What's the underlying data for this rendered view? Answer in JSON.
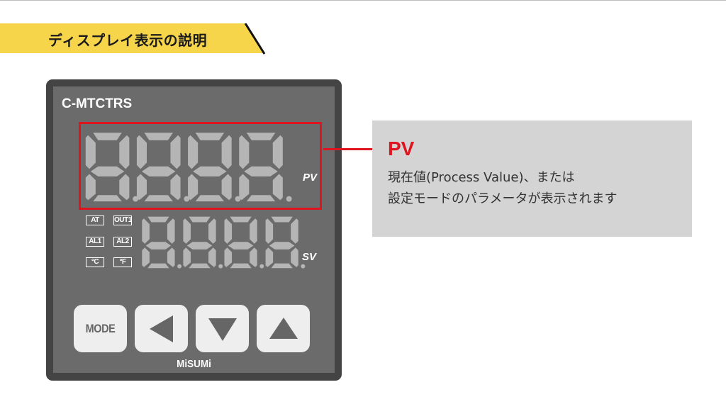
{
  "header": {
    "title": "ディスプレイ表示の説明",
    "banner_color": "#f7d54a"
  },
  "device": {
    "model": "C-MTCTRS",
    "brand": "MiSUMi",
    "pv_display": {
      "label": "PV",
      "digits": [
        "8.",
        "8.",
        "8.",
        "8."
      ]
    },
    "sv_display": {
      "label": "SV",
      "digits": [
        "8.",
        "8.",
        "8.",
        "8."
      ]
    },
    "indicators": [
      {
        "label": "AT"
      },
      {
        "label": "OUT1"
      },
      {
        "label": "AL1"
      },
      {
        "label": "AL2"
      },
      {
        "label": "°C"
      },
      {
        "label": "°F"
      }
    ],
    "buttons": [
      {
        "label": "MODE",
        "icon": "mode-text"
      },
      {
        "label": "",
        "icon": "left-triangle-icon"
      },
      {
        "label": "",
        "icon": "down-triangle-icon"
      },
      {
        "label": "",
        "icon": "up-triangle-icon"
      }
    ],
    "highlight_color": "#e0141e"
  },
  "callout": {
    "title": "PV",
    "line1": "現在値(Process Value)、または",
    "line2": "設定モードのパラメータが表示されます"
  }
}
